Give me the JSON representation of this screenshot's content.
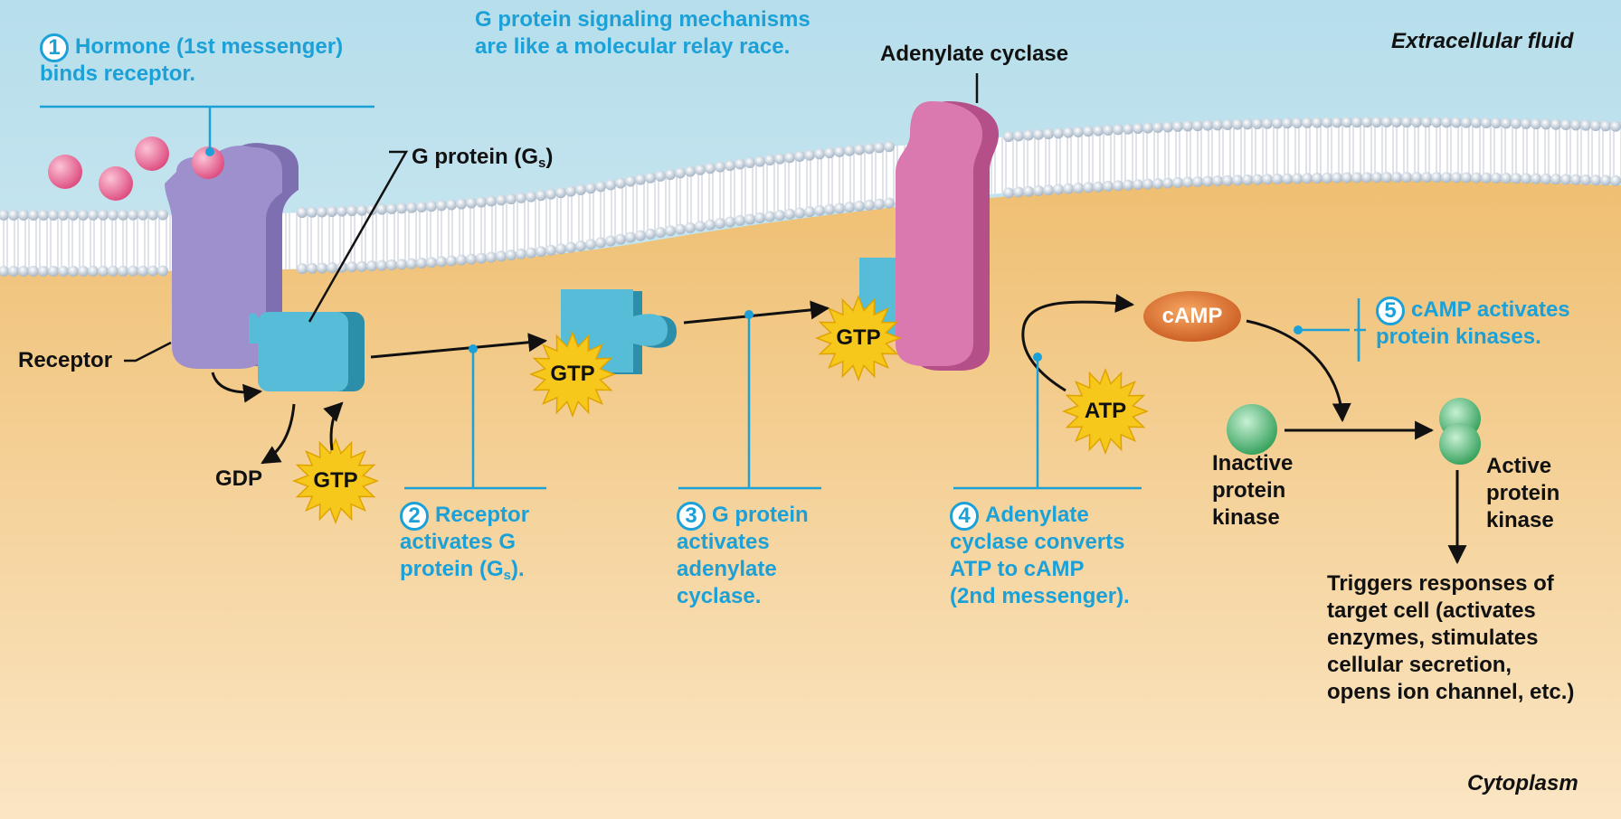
{
  "title": {
    "line1": "G protein signaling mechanisms",
    "line2": "are like a molecular relay race."
  },
  "regions": {
    "extracellular": "Extracellular fluid",
    "cytoplasm": "Cytoplasm"
  },
  "labels": {
    "adenylate_cyclase": "Adenylate cyclase",
    "g_protein_main": "G protein (G",
    "g_protein_sub": "s",
    "g_protein_end": ")",
    "receptor": "Receptor",
    "gdp": "GDP",
    "gtp": "GTP",
    "atp": "ATP",
    "camp": "cAMP",
    "inactive_kinase": "Inactive\nprotein\nkinase",
    "active_kinase": "Active\nprotein\nkinase",
    "responses": "Triggers responses of\ntarget cell (activates\nenzymes, stimulates\ncellular secretion,\nopens ion channel, etc.)"
  },
  "steps": [
    {
      "number": "1",
      "text": "Hormone (1st messenger)\nbinds receptor."
    },
    {
      "number": "2",
      "text_main": "Receptor\nactivates G\nprotein (G",
      "text_sub": "s",
      "text_end": ")."
    },
    {
      "number": "3",
      "text": "G protein\nactivates\nadenylate\ncyclase."
    },
    {
      "number": "4",
      "text": "Adenylate\ncyclase converts\nATP to cAMP\n(2nd messenger)."
    },
    {
      "number": "5",
      "text": "cAMP activates\nprotein kinases."
    }
  ],
  "colors": {
    "accent_blue": "#1ba1d8",
    "receptor": "#9b8fca",
    "g_protein": "#4fb7d4",
    "adenylate_cyclase": "#d672aa",
    "hormone": "#ea6f97",
    "gtp_burst": "#f6c81c",
    "camp": "#e2742c",
    "kinase": "#4cbd72",
    "extracellular": "#bfe3ee",
    "cytoplasm": "#f3cc8a",
    "membrane_head": "#dfe5ec"
  }
}
